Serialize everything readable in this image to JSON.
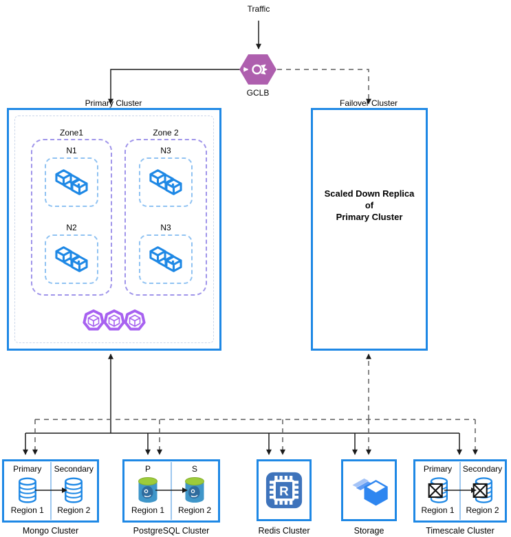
{
  "diagram": {
    "traffic_label": "Traffic",
    "gclb": {
      "label": "GCLB"
    },
    "primary_cluster": {
      "label": "Primary Cluster",
      "zones": [
        {
          "label": "Zone1",
          "nodes": [
            {
              "label": "N1"
            },
            {
              "label": "N2"
            }
          ]
        },
        {
          "label": "Zone 2",
          "nodes": [
            {
              "label": "N3"
            },
            {
              "label": "N3"
            }
          ]
        }
      ]
    },
    "failover_cluster": {
      "label": "Failover Cluster",
      "text_lines": [
        "Scaled Down Replica",
        "of",
        "Primary Cluster"
      ]
    },
    "mongo": {
      "caption": "Mongo Cluster",
      "left_role": "Primary",
      "right_role": "Secondary",
      "left_region": "Region 1",
      "right_region": "Region 2"
    },
    "postgres": {
      "caption": "PostgreSQL Cluster",
      "left_role": "P",
      "right_role": "S",
      "left_region": "Region 1",
      "right_region": "Region 2"
    },
    "redis": {
      "caption": "Redis Cluster",
      "icon_letter": "R"
    },
    "storage": {
      "caption": "Storage"
    },
    "timescale": {
      "caption": "Timescale Cluster",
      "left_role": "Primary",
      "right_role": "Secondary",
      "left_region": "Region 1",
      "right_region": "Region 2"
    },
    "colors": {
      "box_border": "#1e88e5",
      "db_blue": "#1e88e5",
      "gclb_purple": "#ae5fae",
      "pod_purple": "#a761f0",
      "zone_dash": "#9f94ea",
      "node_dash": "#8fc2f2",
      "inner_dash": "#ccd7ea",
      "divider_blue": "#9dc7ef",
      "line_black": "#1a1a1a",
      "line_dash": "#5f5f5f",
      "pg_green": "#9dcb3b",
      "pg_body": "#3f96c9",
      "pg_logo": "#2f6b9d",
      "redis_blue": "#3e73bb",
      "storage_blue": "#2e86f0",
      "storage_mid": "#5f9bf3",
      "storage_light": "#a5c4f7",
      "timescale_x": "#111111"
    }
  }
}
